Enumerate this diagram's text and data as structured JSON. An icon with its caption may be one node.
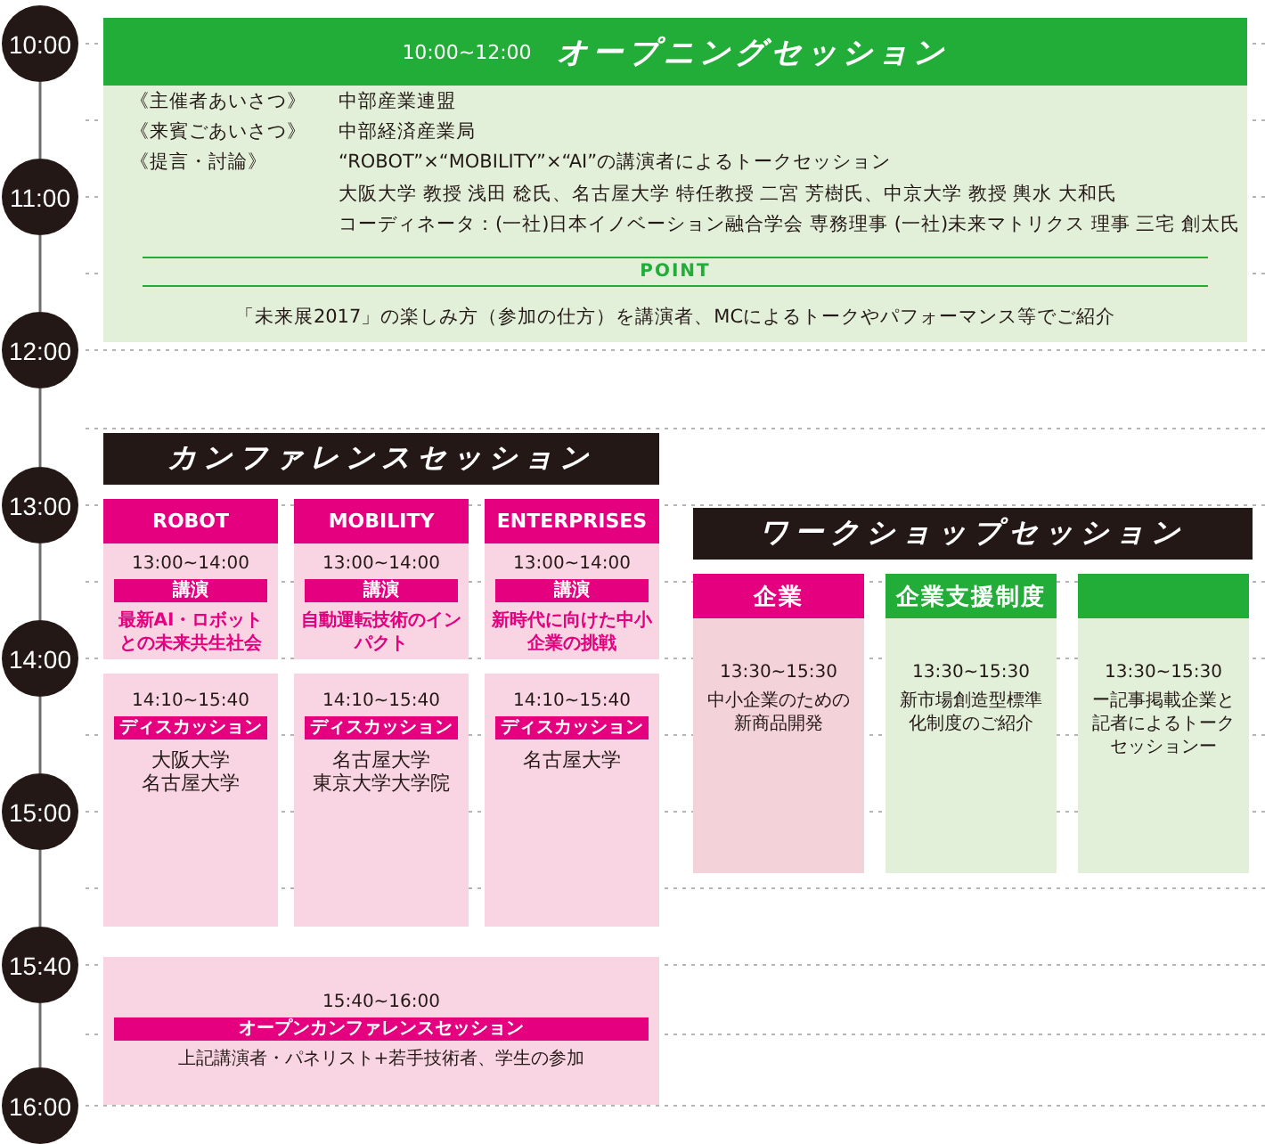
{
  "diagram": {
    "nodes": [
      {
        "text": [
          "10:00"
        ]
      },
      {
        "text": [
          "11:00"
        ]
      },
      {
        "text": [
          "12:00"
        ]
      },
      {
        "text": [
          "13:00"
        ]
      },
      {
        "text": [
          "14:00"
        ]
      },
      {
        "text": [
          "15:00"
        ]
      },
      {
        "text": [
          "15:40"
        ]
      },
      {
        "text": [
          "16:00"
        ]
      },
      {
        "text": [
          "10:00~12:00",
          "オープニングセッション",
          "《主催者あいさつ》",
          "《来賓ごあいさつ》",
          "《提言・討論》",
          "中部産業連盟",
          "中部経済産業局",
          "“ROBOT”×“MOBILITY”×“AI”の講演者によるトークセッション",
          "大阪大学 教授 浅田 稔氏、名古屋大学 特任教授 二宮 芳樹氏、中京大学 教授 輿水 大和氏",
          "コーディネータ：(一社)日本イノベーション融合学会 専務理事 (一社)未来マトリクス 理事 三宅 創太氏",
          "POINT",
          "「未来展2017」の楽しみ方（参加の仕方）を講演者、MCによるトークやパフォーマンス等でご紹介"
        ]
      },
      {
        "text": [
          "カンファレンスセッション"
        ]
      },
      {
        "text": [
          "ROBOT",
          "13:00~14:00",
          "講演",
          "最新AI・ロボットとの未来共生社会"
        ]
      },
      {
        "text": [
          "MOBILITY",
          "13:00~14:00",
          "講演",
          "自動運転技術のインパクト"
        ]
      },
      {
        "text": [
          "ENTERPRISES",
          "13:00~14:00",
          "講演",
          "新時代に向けた中小企業の挑戦"
        ]
      },
      {
        "text": [
          "14:10~15:40",
          "ディスカッション",
          "大阪大学",
          "名古屋大学"
        ]
      },
      {
        "text": [
          "14:10~15:40",
          "ディスカッション",
          "名古屋大学",
          "東京大学大学院"
        ]
      },
      {
        "text": [
          "14:10~15:40",
          "ディスカッション",
          "名古屋大学"
        ]
      },
      {
        "text": [
          "ワークショップセッション"
        ]
      },
      {
        "text": [
          "企業",
          "13:30~15:30",
          "中小企業のための新商品開発"
        ]
      },
      {
        "text": [
          "企業支援制度",
          "13:30~15:30",
          "新市場創造型標準化制度のご紹介"
        ]
      },
      {
        "text": [
          "13:30~15:30",
          "ー記事掲載企業と記者によるトークセッションー"
        ]
      },
      {
        "text": [
          "15:40~16:00",
          "オープンカンファレンスセッション",
          "上記講演者・パネリスト+若手技術者、学生の参加"
        ]
      }
    ],
    "edges": [
      {
        "from": 0,
        "to": 1,
        "arrow": "none"
      },
      {
        "from": 1,
        "to": 2,
        "arrow": "none"
      },
      {
        "from": 2,
        "to": 3,
        "arrow": "none"
      },
      {
        "from": 3,
        "to": 4,
        "arrow": "none"
      },
      {
        "from": 4,
        "to": 5,
        "arrow": "none"
      },
      {
        "from": 5,
        "to": 6,
        "arrow": "none"
      },
      {
        "from": 6,
        "to": 7,
        "arrow": "none"
      }
    ]
  }
}
